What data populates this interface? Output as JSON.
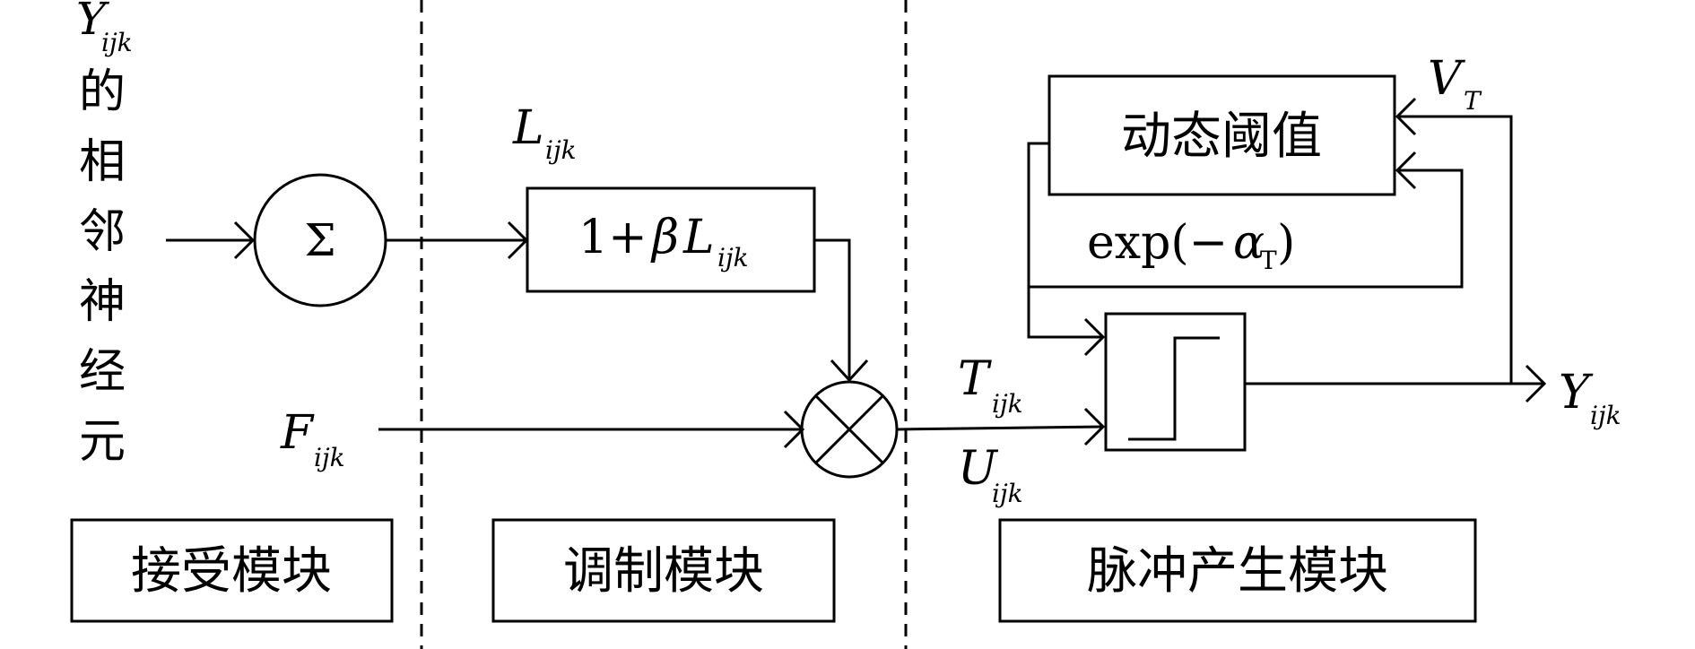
{
  "input_label": {
    "symbol": "Y",
    "subscript": "ijk",
    "chars": [
      "的",
      "相",
      "邻",
      "神",
      "经",
      "元"
    ]
  },
  "sum_symbol": "Σ",
  "L_label": {
    "symbol": "L",
    "subscript": "ijk"
  },
  "modulation_box": {
    "prefix": "1+",
    "beta": "β",
    "symbol": "L",
    "subscript": "ijk"
  },
  "F_label": {
    "symbol": "F",
    "subscript": "ijk"
  },
  "T_label": {
    "symbol": "T",
    "subscript": "ijk"
  },
  "U_label": {
    "symbol": "U",
    "subscript": "ijk"
  },
  "threshold_box": {
    "label": "动态阈值"
  },
  "decay_label": {
    "prefix": "exp(−",
    "alpha": "α",
    "subscript": "T",
    "suffix": ")"
  },
  "V_label": {
    "symbol": "V",
    "subscript": "T"
  },
  "output_label": {
    "symbol": "Y",
    "subscript": "ijk"
  },
  "modules": {
    "receive": "接受模块",
    "modulate": "调制模块",
    "pulse": "脉冲产生模块"
  }
}
